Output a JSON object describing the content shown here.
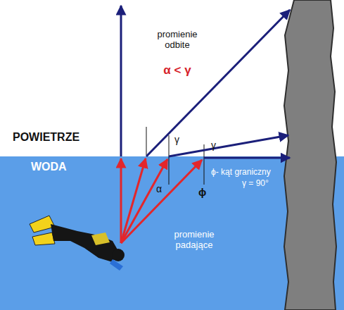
{
  "diagram": {
    "labels": [
      "promienie odbite",
      "α < γ",
      "POWIETRZE",
      "WODA",
      "γ",
      "γ",
      "α",
      "ϕ",
      "ϕ- kąt graniczny",
      "γ = 90°",
      "promienie padające"
    ]
  }
}
